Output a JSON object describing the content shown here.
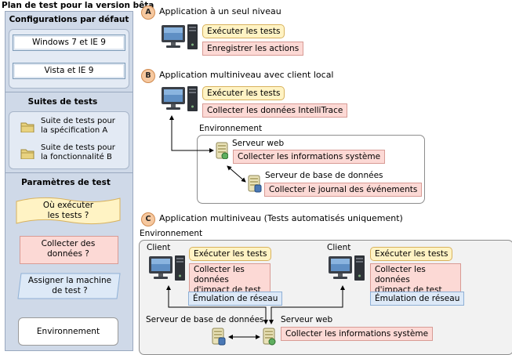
{
  "left": {
    "title": "Plan de test pour la version bêta",
    "configs": {
      "title": "Configurations par défaut",
      "items": [
        "Windows 7 et IE 9",
        "Vista et IE 9"
      ]
    },
    "suites": {
      "title": "Suites de tests",
      "items": [
        {
          "line1": "Suite de tests pour",
          "line2": "la spécification A"
        },
        {
          "line1": "Suite de tests pour",
          "line2": "la fonctionnalité B"
        }
      ]
    },
    "params": {
      "title": "Paramètres de test",
      "where": {
        "line1": "Où exécuter",
        "line2": "les tests ?"
      },
      "collect": {
        "line1": "Collecter des",
        "line2": "données ?"
      },
      "assign": {
        "line1": "Assigner la machine",
        "line2": "de test ?"
      }
    },
    "environment": "Environnement"
  },
  "sectionA": {
    "letter": "A",
    "title": "Application à un seul niveau",
    "run": "Exécuter les tests",
    "record": "Enregistrer les actions"
  },
  "sectionB": {
    "letter": "B",
    "title": "Application multiniveau avec client local",
    "run": "Exécuter les tests",
    "collect": "Collecter les données IntelliTrace",
    "env_label": "Environnement",
    "web_server": "Serveur web",
    "web_collect": "Collecter les informations système",
    "db_server": "Serveur de base de données",
    "db_collect": "Collecter le journal des événements"
  },
  "sectionC": {
    "letter": "C",
    "title": "Application multiniveau (Tests automatisés uniquement)",
    "env_label": "Environnement",
    "client1": {
      "label": "Client",
      "run": "Exécuter les tests",
      "collect1": "Collecter les données",
      "collect2": "d'impact de test",
      "emulation": "Émulation de réseau"
    },
    "client2": {
      "label": "Client",
      "run": "Exécuter les tests",
      "collect1": "Collecter les données",
      "collect2": "d'impact de test",
      "emulation": "Émulation de réseau"
    },
    "db_server": "Serveur de base de données",
    "web_server": "Serveur web",
    "web_collect": "Collecter les informations système"
  },
  "colors": {
    "panel": "#cfd9e8",
    "yellow_tag": "#fff3c4",
    "red_tag": "#fcd9d5",
    "blue_tag": "#dde9f7",
    "letter_badge": "#f6c89f"
  }
}
